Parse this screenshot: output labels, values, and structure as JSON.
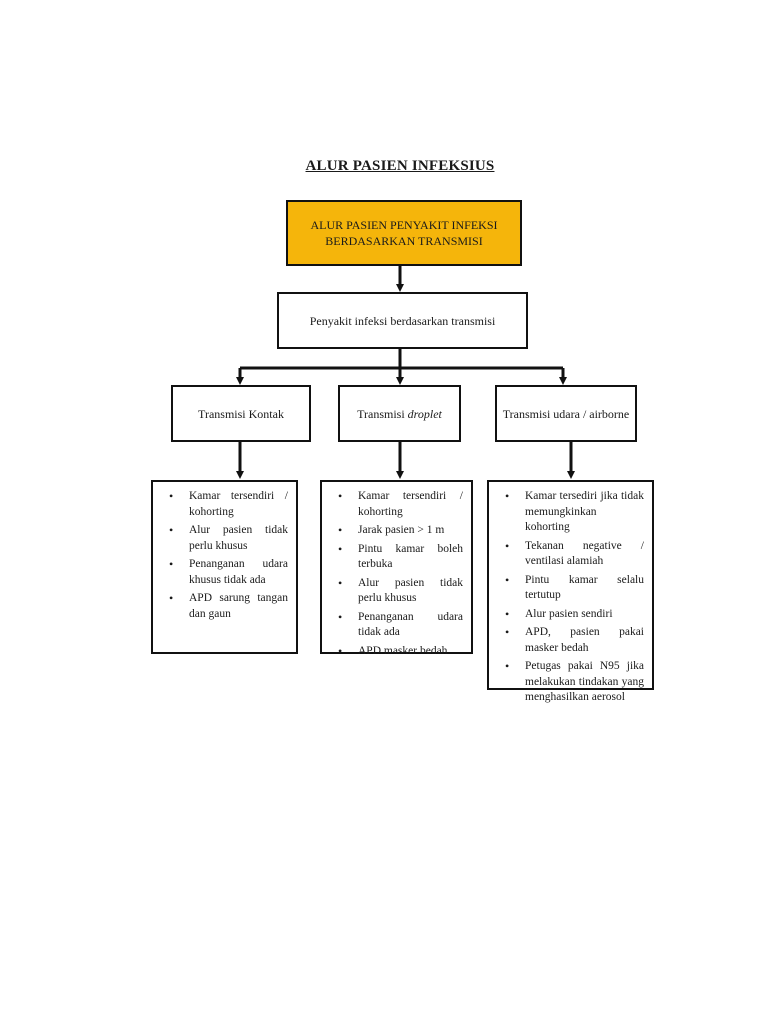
{
  "title": "ALUR PASIEN INFEKSIUS",
  "root": {
    "line1": "ALUR PASIEN PENYAKIT INFEKSI",
    "line2": "BERDASARKAN TRANSMISI",
    "fill_color": "#f5b50b"
  },
  "middle": {
    "label": "Penyakit infeksi berdasarkan transmisi"
  },
  "branches": [
    {
      "label": "Transmisi Kontak",
      "items": [
        "Kamar tersendiri / kohorting",
        "Alur pasien tidak perlu khusus",
        "Penanganan udara khusus tidak ada",
        "APD sarung tangan dan gaun"
      ]
    },
    {
      "label_prefix": "Transmisi ",
      "label_italic": "droplet",
      "items": [
        "Kamar tersendiri / kohorting",
        "Jarak pasien > 1 m",
        "Pintu kamar boleh terbuka",
        "Alur pasien tidak perlu khusus",
        "Penanganan udara tidak ada",
        "APD masker bedah"
      ]
    },
    {
      "label": "Transmisi udara / airborne",
      "items": [
        "Kamar tersediri jika tidak memungkinkan kohorting",
        "Tekanan negative / ventilasi alamiah",
        "Pintu kamar selalu tertutup",
        "Alur pasien sendiri",
        "APD, pasien pakai masker bedah",
        "Petugas pakai N95 jika melakukan tindakan yang menghasilkan aerosol"
      ]
    }
  ]
}
